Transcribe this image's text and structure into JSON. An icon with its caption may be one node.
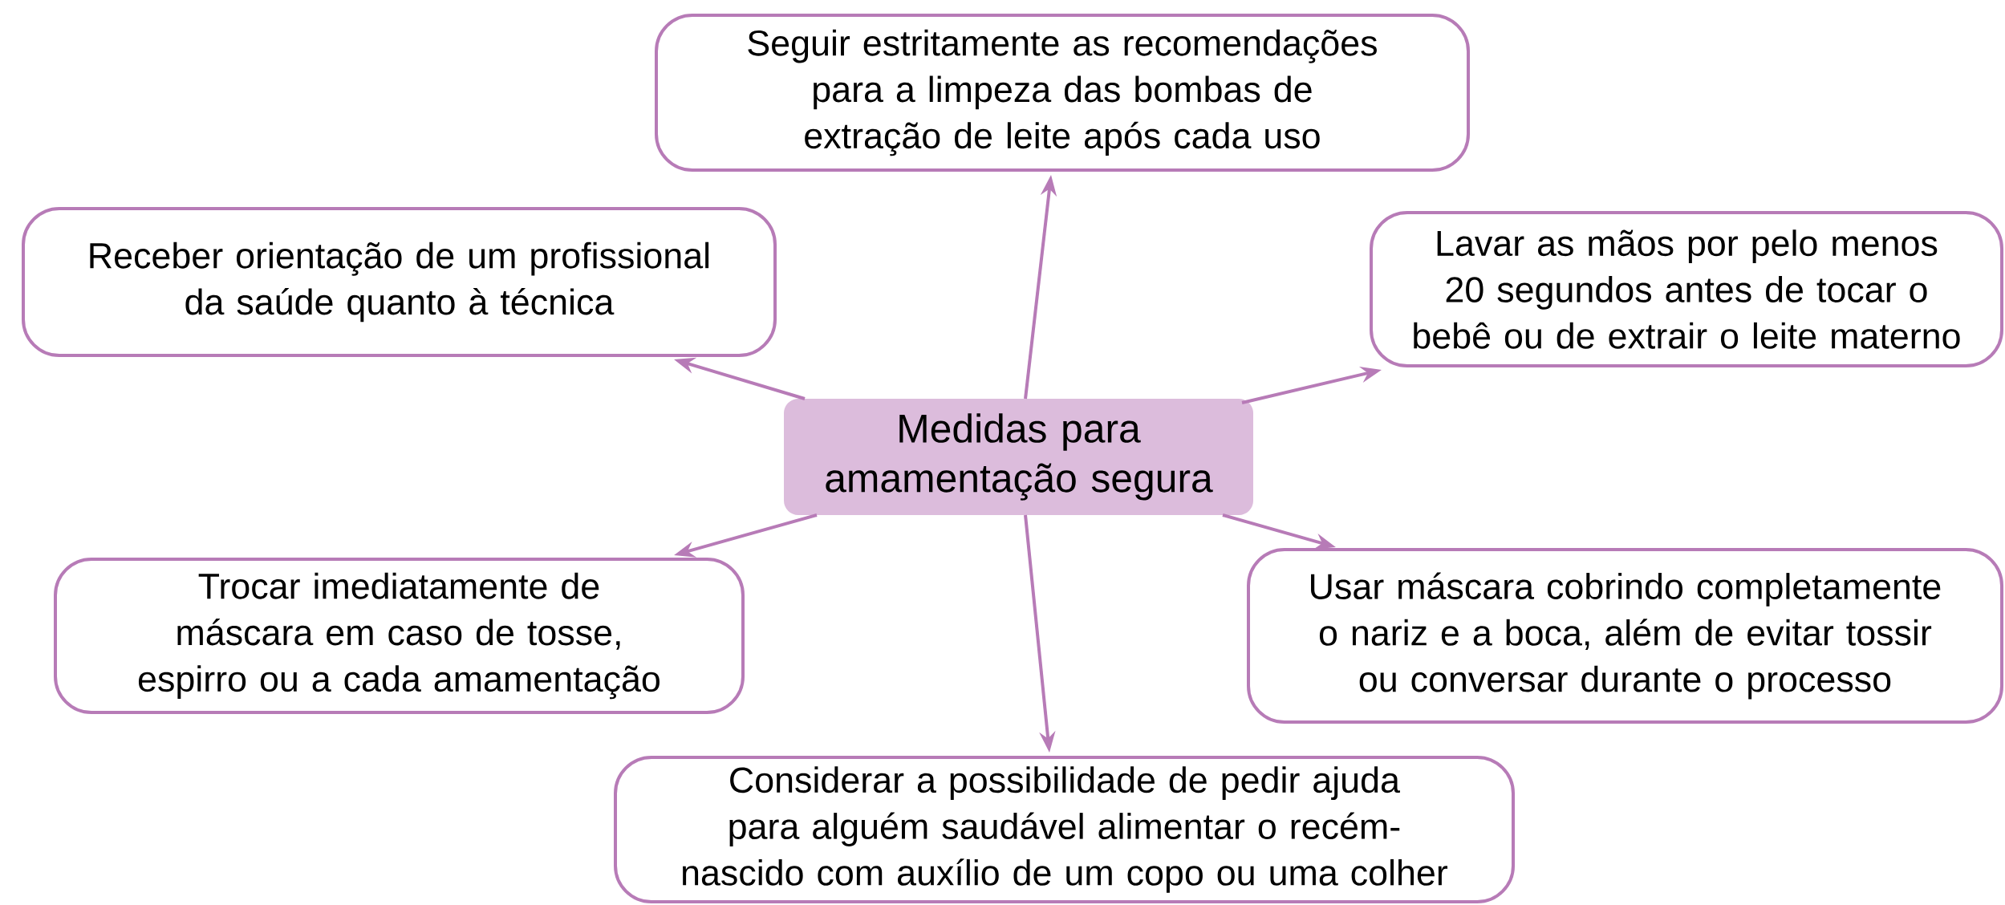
{
  "diagram": {
    "nodes": [
      {
        "text": [
          "Medidas para amamentação segura"
        ]
      },
      {
        "text": [
          "Seguir estritamente as recomendações para a limpeza das bombas de extração de leite após cada uso"
        ]
      },
      {
        "text": [
          "Receber orientação de um profissional da saúde quanto à técnica"
        ]
      },
      {
        "text": [
          "Lavar as mãos por pelo menos 20 segundos antes de tocar o bebê ou de extrair o leite materno"
        ]
      },
      {
        "text": [
          "Trocar imediatamente de máscara em caso de tosse, espirro ou a cada amamentação"
        ]
      },
      {
        "text": [
          "Usar máscara cobrindo completamente o nariz e a boca, além de evitar tossir ou conversar durante o processo"
        ]
      },
      {
        "text": [
          "Considerar a possibilidade de pedir ajuda para alguém saudável alimentar o recém-nascido com auxílio de um copo ou uma colher"
        ]
      }
    ],
    "edges": [
      {
        "from": 0,
        "to": 1,
        "arrow": "to"
      },
      {
        "from": 0,
        "to": 2,
        "arrow": "to"
      },
      {
        "from": 0,
        "to": 3,
        "arrow": "to"
      },
      {
        "from": 0,
        "to": 4,
        "arrow": "to"
      },
      {
        "from": 0,
        "to": 5,
        "arrow": "to"
      },
      {
        "from": 0,
        "to": 6,
        "arrow": "to"
      }
    ]
  }
}
